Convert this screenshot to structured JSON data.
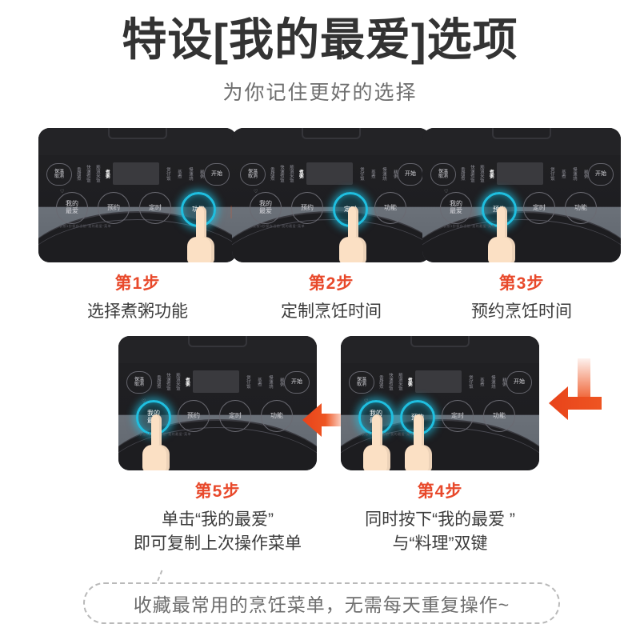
{
  "header": {
    "title": "特设[我的最爱]选项",
    "subtitle": "为你记住更好的选择"
  },
  "colors": {
    "arrow": "#ee5522",
    "step_label": "#e8492b",
    "highlight_ring": "#1fbfe0",
    "panel_body": "#1a1a1c",
    "text_dark": "#3b3b3b",
    "text_muted": "#6e6e6e",
    "background": "#ffffff"
  },
  "panel_common": {
    "keep_warm_label": "保温\n取消",
    "keep_warm_line1": "保温",
    "keep_warm_line2": "取消",
    "start_label": "开始",
    "left_modes": [
      "香甜煮",
      "快速煮饭",
      "筋道米饭",
      "煮粥"
    ],
    "right_modes": [
      "煲仔饭",
      "蒸煮",
      "慢速烧",
      "糕粥"
    ],
    "active_left_mode": "煮粥",
    "buttons": [
      "我的最爱",
      "预约",
      "定时",
      "功能"
    ],
    "button_lines": [
      [
        "我的",
        "最爱"
      ],
      [
        "预约"
      ],
      [
        "定时"
      ],
      [
        "功能"
      ]
    ],
    "microtext": "长按3秒保存当前\"我的最爱\"菜单",
    "heart_icon": "♡"
  },
  "steps": [
    {
      "id": "step-1",
      "step": "第1步",
      "desc": "选择煮粥功能",
      "pressed": [
        "功能"
      ],
      "fingers": 1
    },
    {
      "id": "step-2",
      "step": "第2步",
      "desc": "定制烹饪时间",
      "pressed": [
        "定时"
      ],
      "fingers": 1
    },
    {
      "id": "step-3",
      "step": "第3步",
      "desc": "预约烹饪时间",
      "pressed": [
        "预约"
      ],
      "fingers": 1
    },
    {
      "id": "step-4",
      "step": "第4步",
      "desc_line1": "同时按下“我的最爱 ”",
      "desc_line2": "与“料理”双键",
      "pressed": [
        "我的最爱",
        "预约"
      ],
      "fingers": 2
    },
    {
      "id": "step-5",
      "step": "第5步",
      "desc_line1": "单击“我的最爱”",
      "desc_line2": "即可复制上次操作菜单",
      "pressed": [
        "我的最爱"
      ],
      "fingers": 1
    }
  ],
  "arrows": [
    {
      "name": "arrow-step1-to-step2",
      "direction": "right"
    },
    {
      "name": "arrow-step2-to-step3",
      "direction": "right"
    },
    {
      "name": "arrow-step3-to-step4",
      "direction": "down-left"
    },
    {
      "name": "arrow-step4-to-step5",
      "direction": "left"
    }
  ],
  "footer": {
    "banner_text": "收藏最常用的烹饪菜单，无需每天重复操作~"
  }
}
